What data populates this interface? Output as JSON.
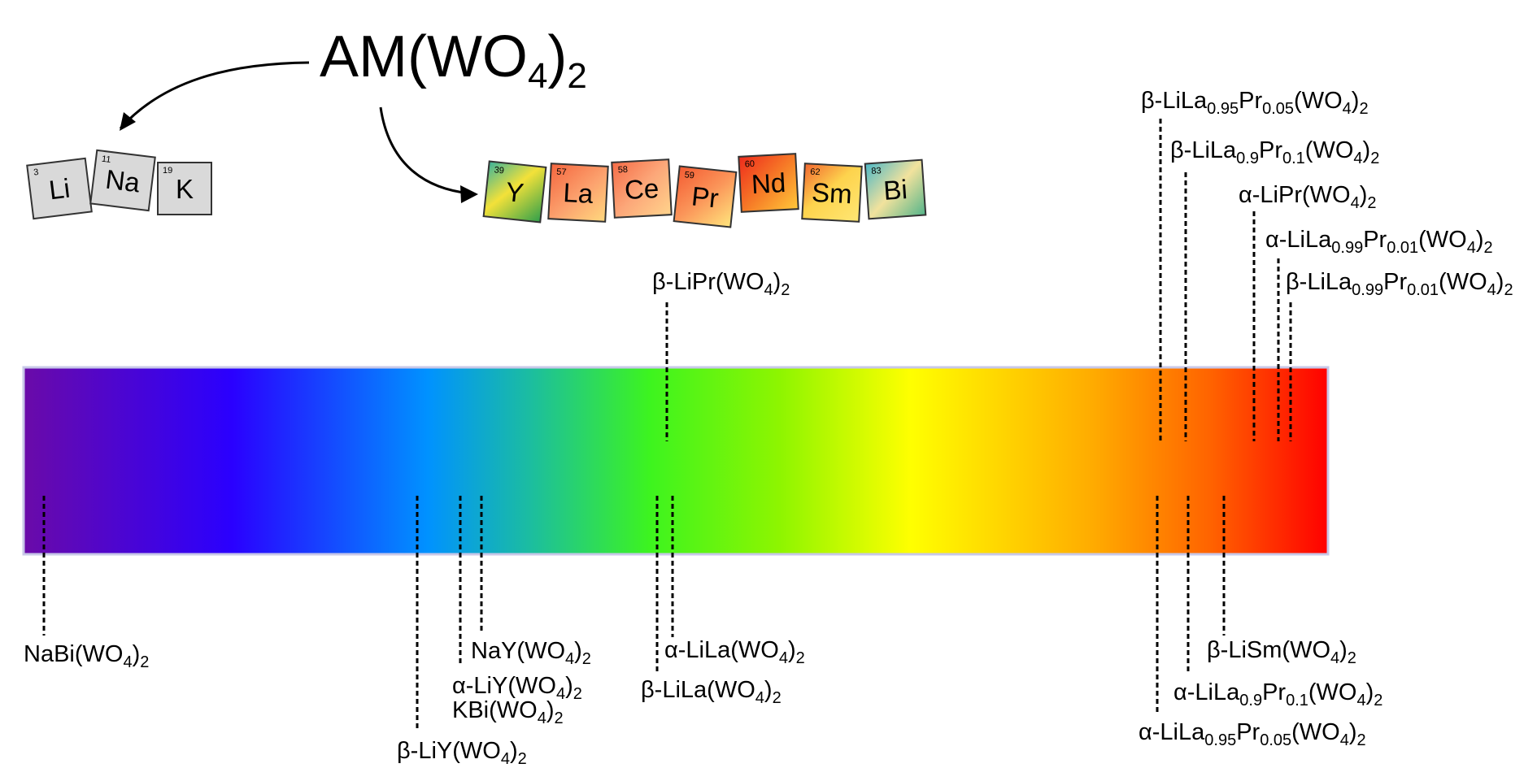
{
  "formula": {
    "base": "AM(WO",
    "subscript": "4",
    "close": ")",
    "subscript2": "2"
  },
  "elements": {
    "alkali": [
      {
        "symbol": "Li",
        "number": "3"
      },
      {
        "symbol": "Na",
        "number": "11"
      },
      {
        "symbol": "K",
        "number": "19"
      }
    ],
    "trivalent": [
      {
        "symbol": "Y",
        "number": "39"
      },
      {
        "symbol": "La",
        "number": "57"
      },
      {
        "symbol": "Ce",
        "number": "58"
      },
      {
        "symbol": "Pr",
        "number": "59"
      },
      {
        "symbol": "Nd",
        "number": "60"
      },
      {
        "symbol": "Sm",
        "number": "62"
      },
      {
        "symbol": "Bi",
        "number": "83"
      }
    ]
  },
  "labels": {
    "t1": {
      "a": "β-LiLa",
      "s1": "0.95",
      "b": "Pr",
      "s2": "0.05",
      "c": "(WO",
      "s3": "4",
      "d": ")",
      "s4": "2"
    },
    "t2": {
      "a": "β-LiLa",
      "s1": "0.9",
      "b": "Pr",
      "s2": "0.1",
      "c": "(WO",
      "s3": "4",
      "d": ")",
      "s4": "2"
    },
    "t3": {
      "a": "α-LiPr(WO",
      "s1": "4",
      "b": ")",
      "s2": "2"
    },
    "t4": {
      "a": "α-LiLa",
      "s1": "0.99",
      "b": "Pr",
      "s2": "0.01",
      "c": "(WO",
      "s3": "4",
      "d": ")",
      "s4": "2"
    },
    "t5": {
      "a": "β-LiLa",
      "s1": "0.99",
      "b": "Pr",
      "s2": "0.01",
      "c": "(WO",
      "s3": "4",
      "d": ")",
      "s4": "2"
    },
    "t6": {
      "a": "β-LiPr(WO",
      "s1": "4",
      "b": ")",
      "s2": "2"
    },
    "b1": {
      "a": "NaBi(WO",
      "s1": "4",
      "b": ")",
      "s2": "2"
    },
    "b2": {
      "a": "NaY(WO",
      "s1": "4",
      "b": ")",
      "s2": "2"
    },
    "b3": {
      "a": "α-LiY(WO",
      "s1": "4",
      "b": ")",
      "s2": "2"
    },
    "b4": {
      "a": "KBi(WO",
      "s1": "4",
      "b": ")",
      "s2": "2"
    },
    "b5": {
      "a": "β-LiY(WO",
      "s1": "4",
      "b": ")",
      "s2": "2"
    },
    "b6": {
      "a": "α-LiLa(WO",
      "s1": "4",
      "b": ")",
      "s2": "2"
    },
    "b7": {
      "a": "β-LiLa(WO",
      "s1": "4",
      "b": ")",
      "s2": "2"
    },
    "b8": {
      "a": "β-LiSm(WO",
      "s1": "4",
      "b": ")",
      "s2": "2"
    },
    "b9": {
      "a": "α-LiLa",
      "s1": "0.9",
      "b": "Pr",
      "s2": "0.1",
      "c": "(WO",
      "s3": "4",
      "d": ")",
      "s4": "2"
    },
    "b10": {
      "a": "α-LiLa",
      "s1": "0.95",
      "b": "Pr",
      "s2": "0.05",
      "c": "(WO",
      "s3": "4",
      "d": ")",
      "s4": "2"
    }
  }
}
